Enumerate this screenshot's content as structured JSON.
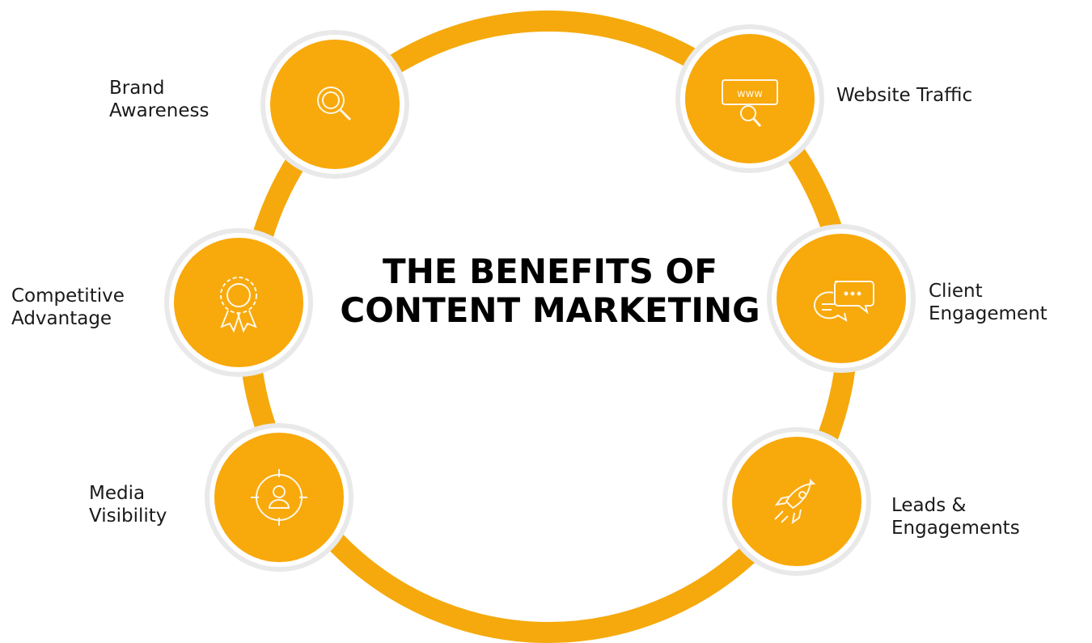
{
  "title": {
    "line1": "THE BENEFITS OF",
    "line2": "CONTENT MARKETING"
  },
  "benefits": [
    {
      "line1": "Brand",
      "line2": "Awareness",
      "icon": "magnifier-icon"
    },
    {
      "line1": "Website Traffic",
      "line2": "",
      "icon": "www-search-icon"
    },
    {
      "line1": "Competitive",
      "line2": "Advantage",
      "icon": "award-badge-icon"
    },
    {
      "line1": "Client",
      "line2": "Engagement",
      "icon": "chat-bubbles-icon"
    },
    {
      "line1": "Media",
      "line2": "Visibility",
      "icon": "user-target-icon"
    },
    {
      "line1": "Leads &",
      "line2": "Engagements",
      "icon": "rocket-icon"
    }
  ],
  "colors": {
    "accent": "#F8A90B",
    "ring": "#F5A90C",
    "text": "#1a1a1a",
    "background": "#ffffff"
  }
}
